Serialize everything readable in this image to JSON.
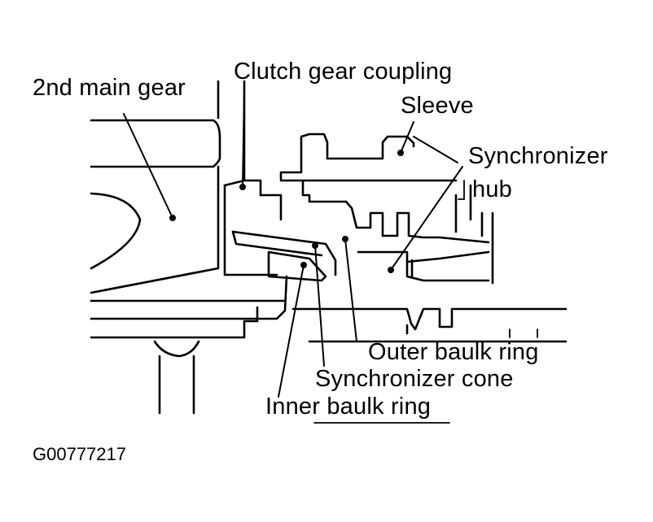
{
  "labels": {
    "second_main_gear": "2nd main gear",
    "clutch_gear_coupling": "Clutch gear coupling",
    "sleeve": "Sleeve",
    "synchronizer_line1": "Synchronizer",
    "synchronizer_line2": "hub",
    "outer_baulk_ring": "Outer baulk ring",
    "synchronizer_cone": "Synchronizer cone",
    "inner_baulk_ring": "Inner baulk ring"
  },
  "figure_code": "G00777217"
}
